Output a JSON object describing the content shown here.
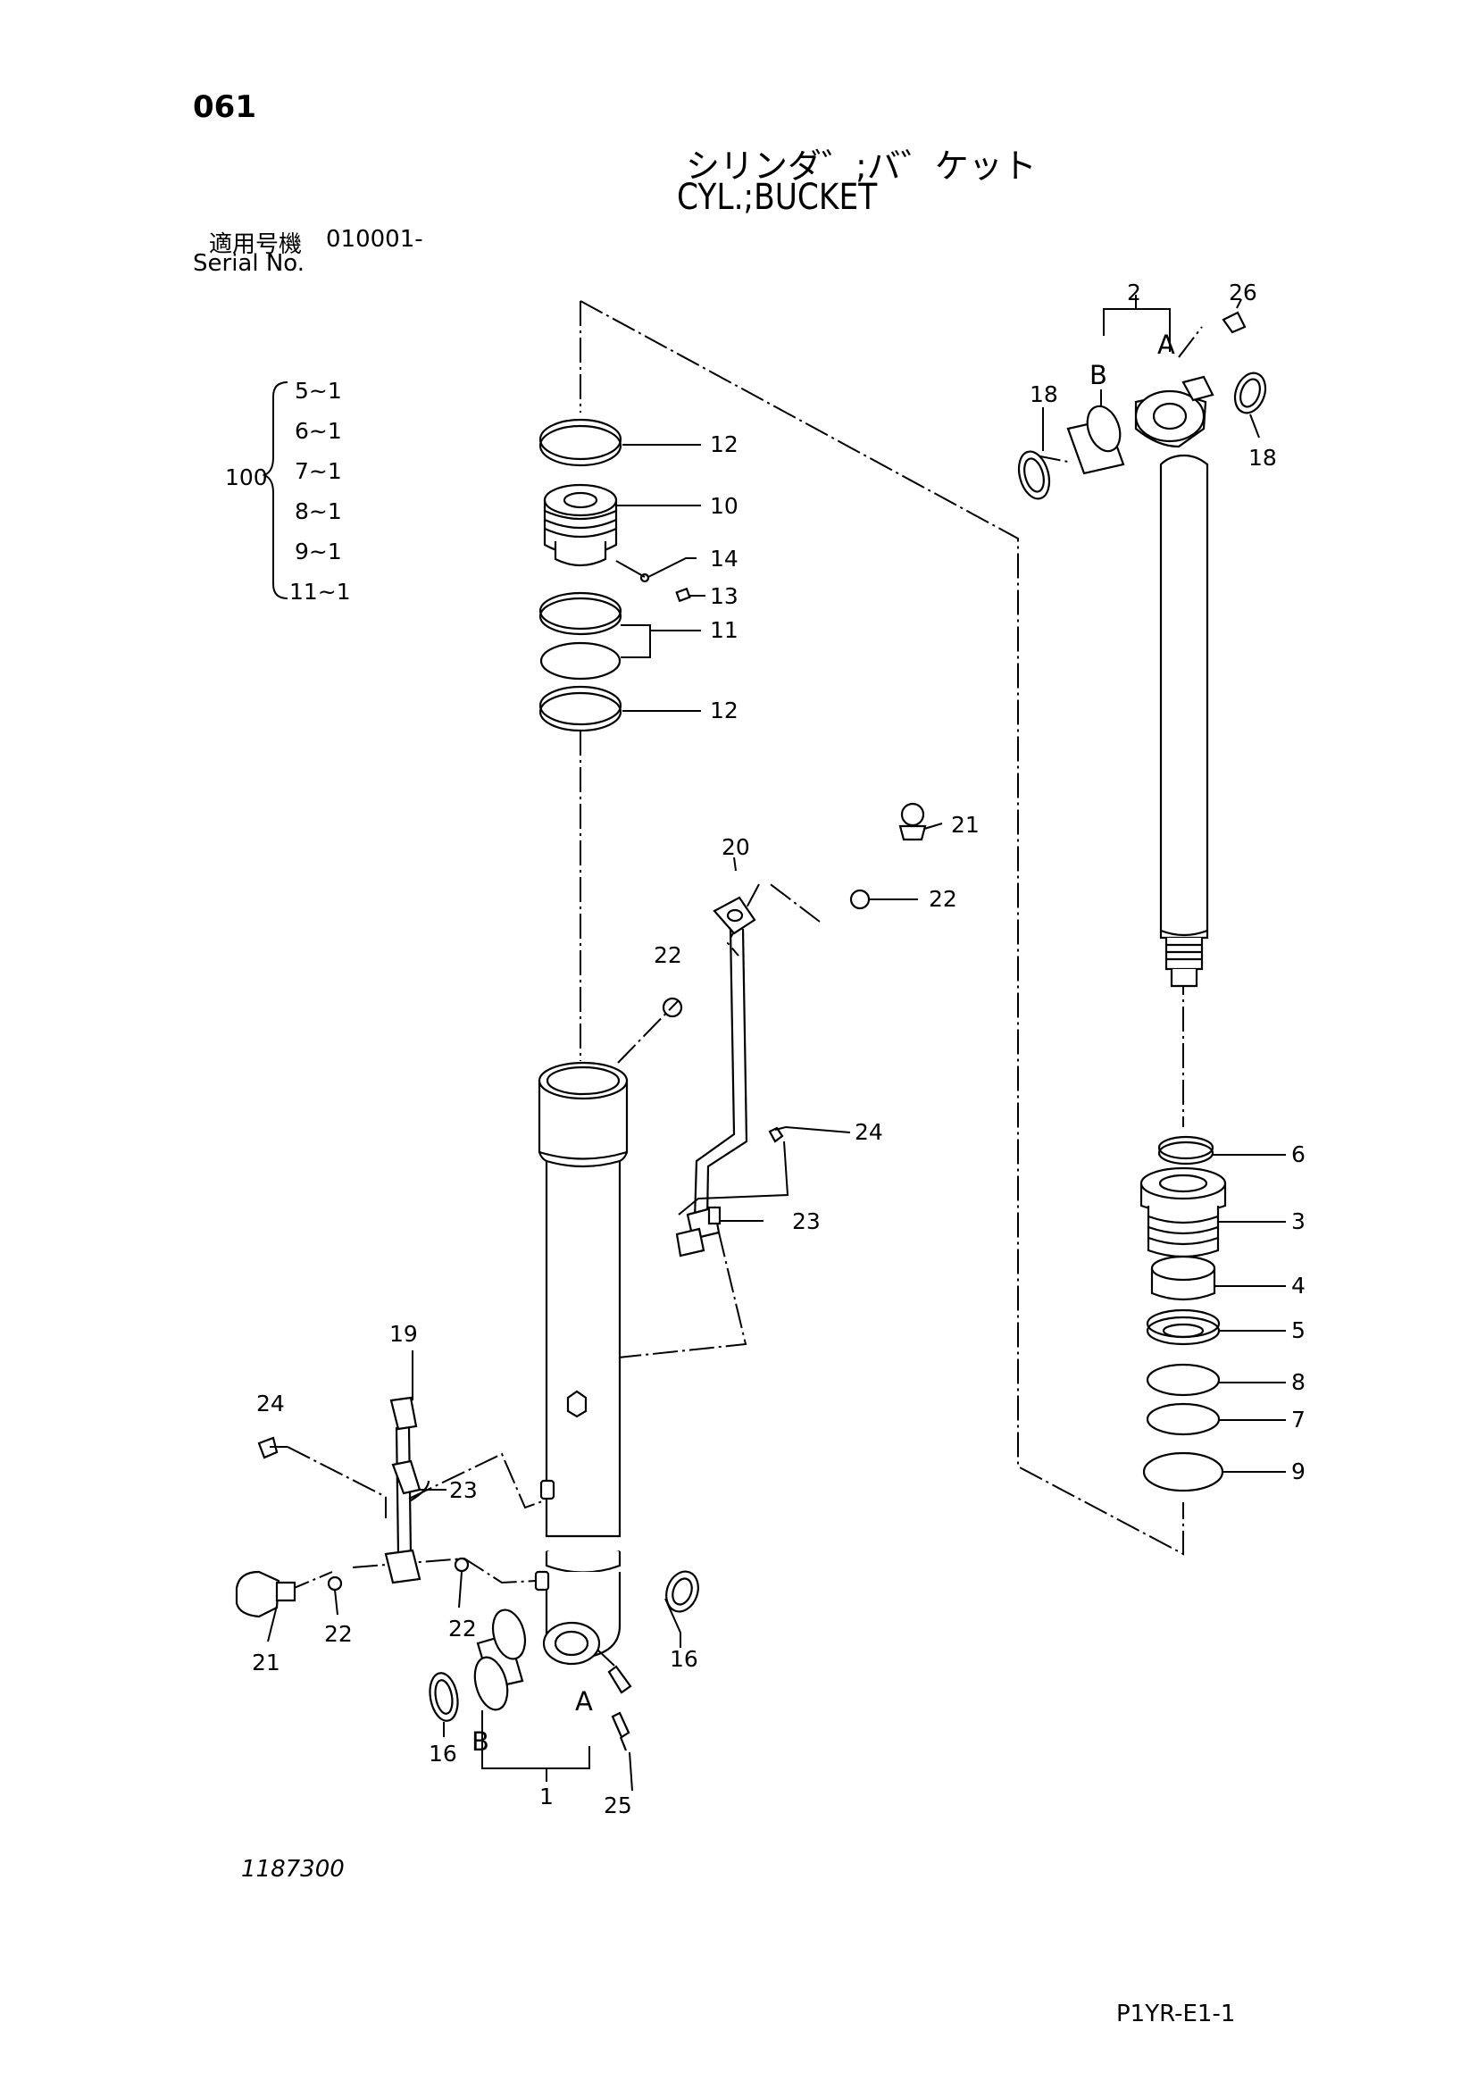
{
  "header": {
    "page_number": "061",
    "title_jp": "シリンダ゛;バ゛ケット",
    "title_en": "CYL.;BUCKET",
    "serial_label_jp": "適用号機",
    "serial_value": "010001-",
    "serial_label_en": "Serial No."
  },
  "kit": {
    "number": "100",
    "items": [
      "5~1",
      "6~1",
      "7~1",
      "8~1",
      "9~1",
      "11~1"
    ]
  },
  "callouts": {
    "c12a": "12",
    "c10": "10",
    "c14": "14",
    "c13": "13",
    "c11": "11",
    "c12b": "12",
    "c21a": "21",
    "c20": "20",
    "c22a": "22",
    "c22b": "22",
    "c24a": "24",
    "c23a": "23",
    "c19": "19",
    "c24b": "24",
    "c23b": "23",
    "c21b": "21",
    "c22c": "22",
    "c22d": "22",
    "c16a": "16",
    "c16b": "16",
    "c1": "1",
    "c25": "25",
    "cA1": "A",
    "cB1": "B",
    "c2": "2",
    "c26": "26",
    "cA2": "A",
    "cB2": "B",
    "c18a": "18",
    "c18b": "18",
    "c6": "6",
    "c3": "3",
    "c4": "4",
    "c5": "5",
    "c8": "8",
    "c7": "7",
    "c9": "9"
  },
  "footer": {
    "drawing_number": "1187300",
    "code": "P1YR-E1-1"
  }
}
